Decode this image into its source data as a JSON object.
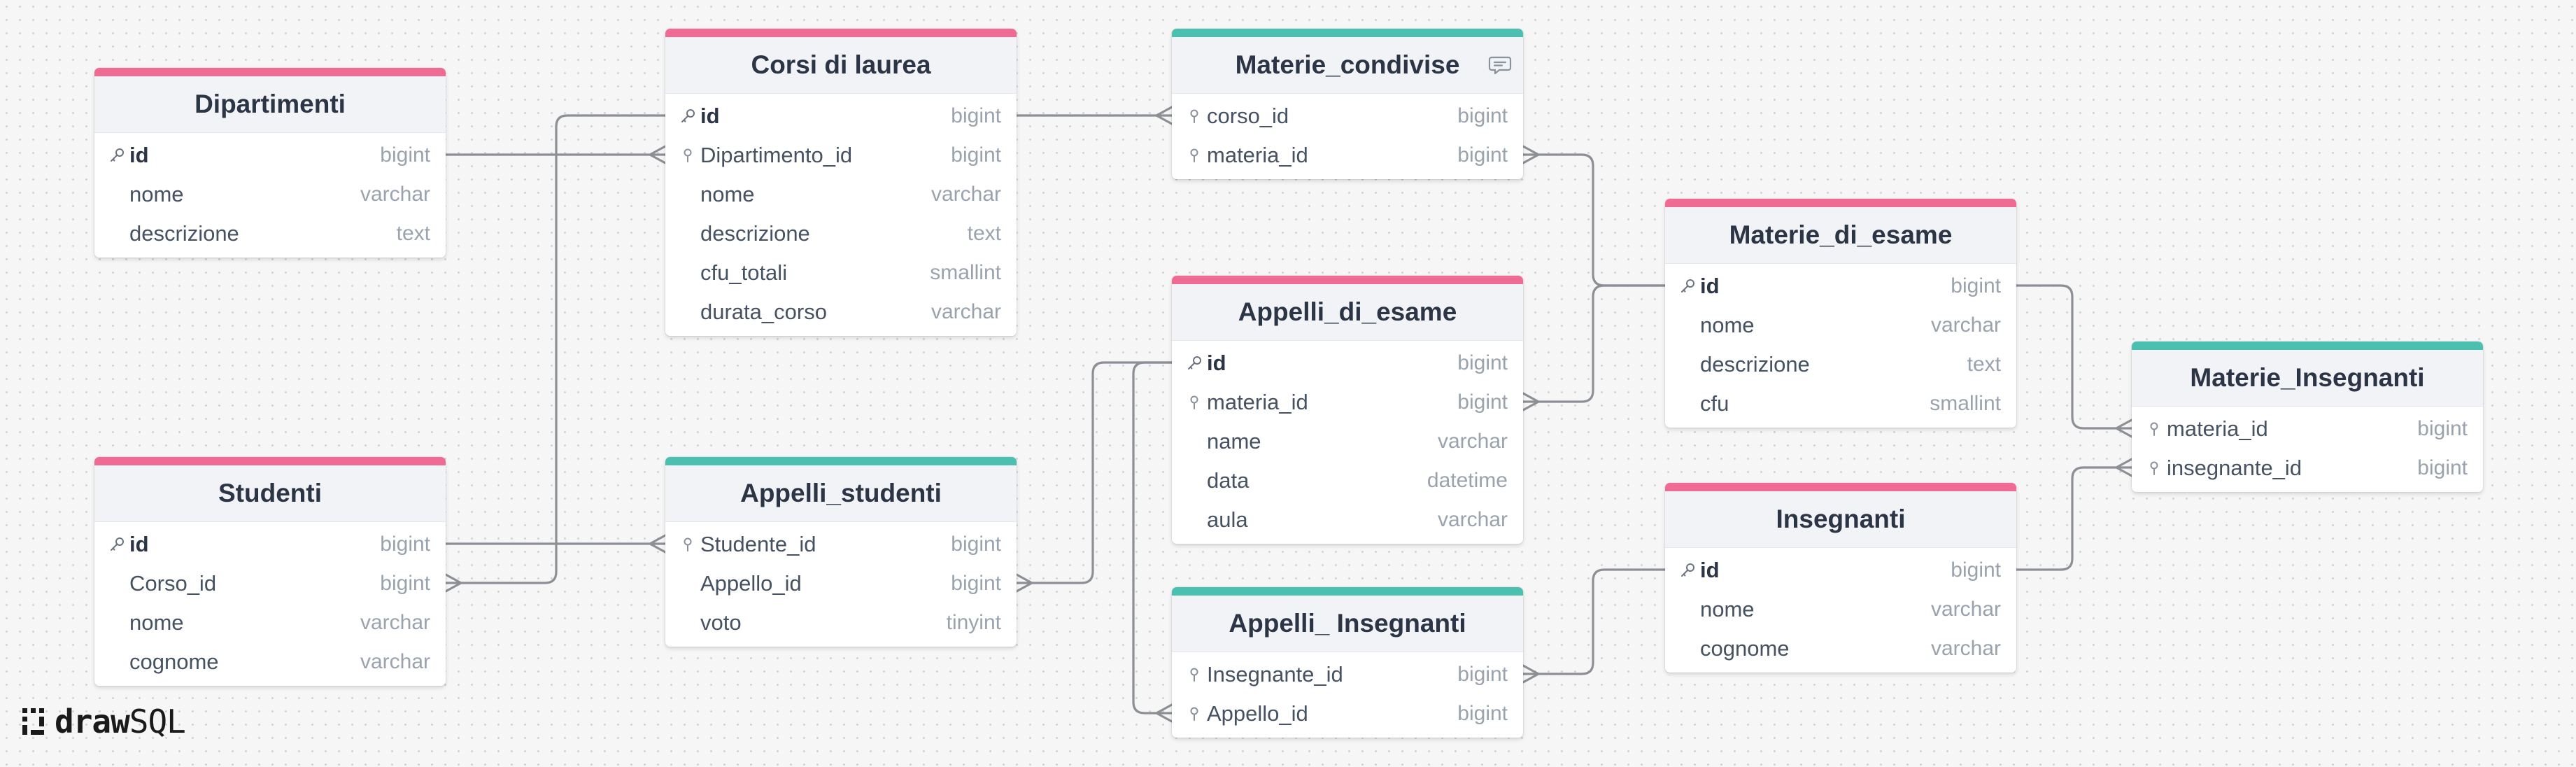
{
  "app": {
    "brand_strong": "draw",
    "brand_light": "SQL"
  },
  "colors": {
    "table_bar": "#f06b93",
    "pivot_bar": "#4bbfb0",
    "relation_line": "#8c8f94"
  },
  "tables": [
    {
      "key": "dipartimenti",
      "name": "Dipartimenti",
      "kind": "table",
      "columns": [
        {
          "name": "id",
          "type": "bigint",
          "icon": "key-icon",
          "pk": true
        },
        {
          "name": "nome",
          "type": "varchar",
          "icon": "",
          "pk": false
        },
        {
          "name": "descrizione",
          "type": "text",
          "icon": "",
          "pk": false
        }
      ]
    },
    {
      "key": "corsi_di_laurea",
      "name": "Corsi di laurea",
      "kind": "table",
      "columns": [
        {
          "name": "id",
          "type": "bigint",
          "icon": "key-icon",
          "pk": true
        },
        {
          "name": "Dipartimento_id",
          "type": "bigint",
          "icon": "foreign-key-icon",
          "pk": false
        },
        {
          "name": "nome",
          "type": "varchar",
          "icon": "",
          "pk": false
        },
        {
          "name": "descrizione",
          "type": "text",
          "icon": "",
          "pk": false
        },
        {
          "name": "cfu_totali",
          "type": "smallint",
          "icon": "",
          "pk": false
        },
        {
          "name": "durata_corso",
          "type": "varchar",
          "icon": "",
          "pk": false
        }
      ]
    },
    {
      "key": "materie_condivise",
      "name": "Materie_condivise",
      "kind": "pivot",
      "has_note": true,
      "columns": [
        {
          "name": "corso_id",
          "type": "bigint",
          "icon": "foreign-key-icon",
          "pk": false
        },
        {
          "name": "materia_id",
          "type": "bigint",
          "icon": "foreign-key-icon",
          "pk": false
        }
      ]
    },
    {
      "key": "appelli_di_esame",
      "name": "Appelli_di_esame",
      "kind": "table",
      "columns": [
        {
          "name": "id",
          "type": "bigint",
          "icon": "key-icon",
          "pk": true
        },
        {
          "name": "materia_id",
          "type": "bigint",
          "icon": "foreign-key-icon",
          "pk": false
        },
        {
          "name": "name",
          "type": "varchar",
          "icon": "",
          "pk": false
        },
        {
          "name": "data",
          "type": "datetime",
          "icon": "",
          "pk": false
        },
        {
          "name": "aula",
          "type": "varchar",
          "icon": "",
          "pk": false
        }
      ]
    },
    {
      "key": "materie_di_esame",
      "name": "Materie_di_esame",
      "kind": "table",
      "columns": [
        {
          "name": "id",
          "type": "bigint",
          "icon": "key-icon",
          "pk": true
        },
        {
          "name": "nome",
          "type": "varchar",
          "icon": "",
          "pk": false
        },
        {
          "name": "descrizione",
          "type": "text",
          "icon": "",
          "pk": false
        },
        {
          "name": "cfu",
          "type": "smallint",
          "icon": "",
          "pk": false
        }
      ]
    },
    {
      "key": "materie_insegnanti",
      "name": "Materie_Insegnanti",
      "kind": "pivot",
      "columns": [
        {
          "name": "materia_id",
          "type": "bigint",
          "icon": "foreign-key-icon",
          "pk": false
        },
        {
          "name": "insegnante_id",
          "type": "bigint",
          "icon": "foreign-key-icon",
          "pk": false
        }
      ]
    },
    {
      "key": "studenti",
      "name": "Studenti",
      "kind": "table",
      "columns": [
        {
          "name": "id",
          "type": "bigint",
          "icon": "key-icon",
          "pk": true
        },
        {
          "name": "Corso_id",
          "type": "bigint",
          "icon": "",
          "pk": false
        },
        {
          "name": "nome",
          "type": "varchar",
          "icon": "",
          "pk": false
        },
        {
          "name": "cognome",
          "type": "varchar",
          "icon": "",
          "pk": false
        }
      ]
    },
    {
      "key": "appelli_studenti",
      "name": "Appelli_studenti",
      "kind": "pivot",
      "columns": [
        {
          "name": "Studente_id",
          "type": "bigint",
          "icon": "foreign-key-icon",
          "pk": false
        },
        {
          "name": "Appello_id",
          "type": "bigint",
          "icon": "",
          "pk": false
        },
        {
          "name": "voto",
          "type": "tinyint",
          "icon": "",
          "pk": false
        }
      ]
    },
    {
      "key": "appelli_insegnanti",
      "name": "Appelli_ Insegnanti",
      "kind": "pivot",
      "columns": [
        {
          "name": "Insegnante_id",
          "type": "bigint",
          "icon": "foreign-key-icon",
          "pk": false
        },
        {
          "name": "Appello_id",
          "type": "bigint",
          "icon": "foreign-key-icon",
          "pk": false
        }
      ]
    },
    {
      "key": "insegnanti",
      "name": "Insegnanti",
      "kind": "table",
      "columns": [
        {
          "name": "id",
          "type": "bigint",
          "icon": "key-icon",
          "pk": true
        },
        {
          "name": "nome",
          "type": "varchar",
          "icon": "",
          "pk": false
        },
        {
          "name": "cognome",
          "type": "varchar",
          "icon": "",
          "pk": false
        }
      ]
    }
  ],
  "relations": [
    {
      "from": "dipartimenti.id",
      "to": "corsi_di_laurea.Dipartimento_id",
      "cardinality": "one-to-many"
    },
    {
      "from": "corsi_di_laurea.id",
      "to": "materie_condivise.corso_id",
      "cardinality": "one-to-many"
    },
    {
      "from": "corsi_di_laurea.id",
      "to": "studenti.Corso_id",
      "cardinality": "one-to-many"
    },
    {
      "from": "studenti.id",
      "to": "appelli_studenti.Studente_id",
      "cardinality": "one-to-many"
    },
    {
      "from": "appelli_di_esame.id",
      "to": "appelli_studenti.Appello_id",
      "cardinality": "one-to-many"
    },
    {
      "from": "appelli_di_esame.id",
      "to": "appelli_insegnanti.Appello_id",
      "cardinality": "one-to-many"
    },
    {
      "from": "materie_di_esame.id",
      "to": "materie_condivise.materia_id",
      "cardinality": "one-to-many"
    },
    {
      "from": "materie_di_esame.id",
      "to": "appelli_di_esame.materia_id",
      "cardinality": "one-to-many"
    },
    {
      "from": "materie_di_esame.id",
      "to": "materie_insegnanti.materia_id",
      "cardinality": "one-to-many"
    },
    {
      "from": "insegnanti.id",
      "to": "appelli_insegnanti.Insegnante_id",
      "cardinality": "one-to-many"
    },
    {
      "from": "insegnanti.id",
      "to": "materie_insegnanti.insegnante_id",
      "cardinality": "one-to-many"
    }
  ]
}
